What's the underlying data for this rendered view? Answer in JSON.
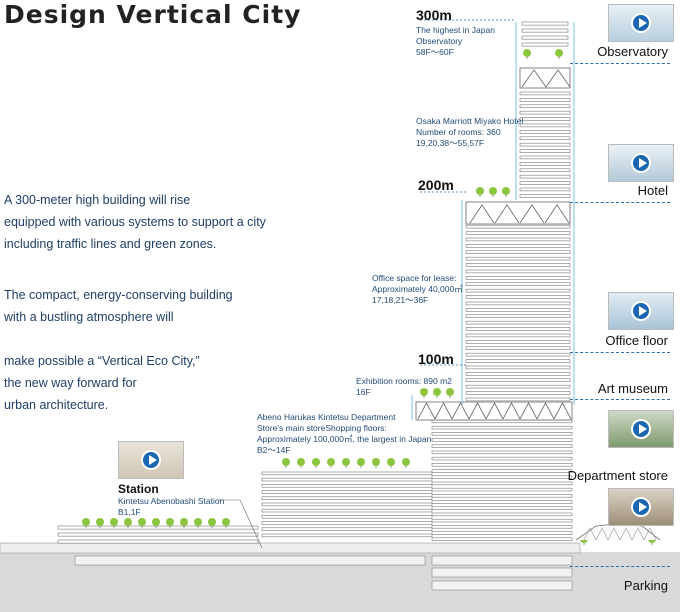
{
  "title": "Design Vertical City",
  "intro": {
    "p1": [
      "A 300-meter high building will rise",
      "equipped with various systems to support a city",
      "including traffic lines and green zones."
    ],
    "p2": [
      "The compact, energy-conserving building",
      "with a bustling atmosphere will"
    ],
    "p3": [
      "make possible a “Vertical Eco City,”",
      "the new way forward for",
      "urban architecture."
    ]
  },
  "heights": {
    "h300": "300m",
    "h200": "200m",
    "h100": "100m"
  },
  "notes": {
    "observatory": [
      "The highest in Japan",
      "Observatory",
      "58F〜60F"
    ],
    "hotel": [
      "Osaka Marriott Miyako Hotel",
      "Number of rooms: 360",
      "19,20,38〜55,57F"
    ],
    "office": [
      "Office space for lease:",
      " Approximately 40,000㎡",
      "17,18,21〜36F"
    ],
    "art": [
      "Exhibition rooms: 890 m2",
      "16F"
    ],
    "store": [
      "Abeno Harukas Kintetsu Department",
      "Store’s main storeShopping floors:",
      "Approximately 100,000㎡, the largest in Japan",
      "B2〜14F"
    ],
    "station": [
      "Kintetsu Abenobashi Station",
      "B1,1F"
    ]
  },
  "zones": {
    "observatory": "Observatory",
    "hotel": "Hotel",
    "office": "Office floor",
    "art": "Art museum",
    "store": "Department store",
    "parking": "Parking"
  },
  "station_label": "Station",
  "icons": [
    "play-icon",
    "tree-icon"
  ],
  "colors": {
    "accent": "#1b66b1",
    "text": "#1f3f66",
    "guide": "#2a6fb0",
    "tree": "#8cc63f",
    "ground": "#d9d9d9"
  }
}
